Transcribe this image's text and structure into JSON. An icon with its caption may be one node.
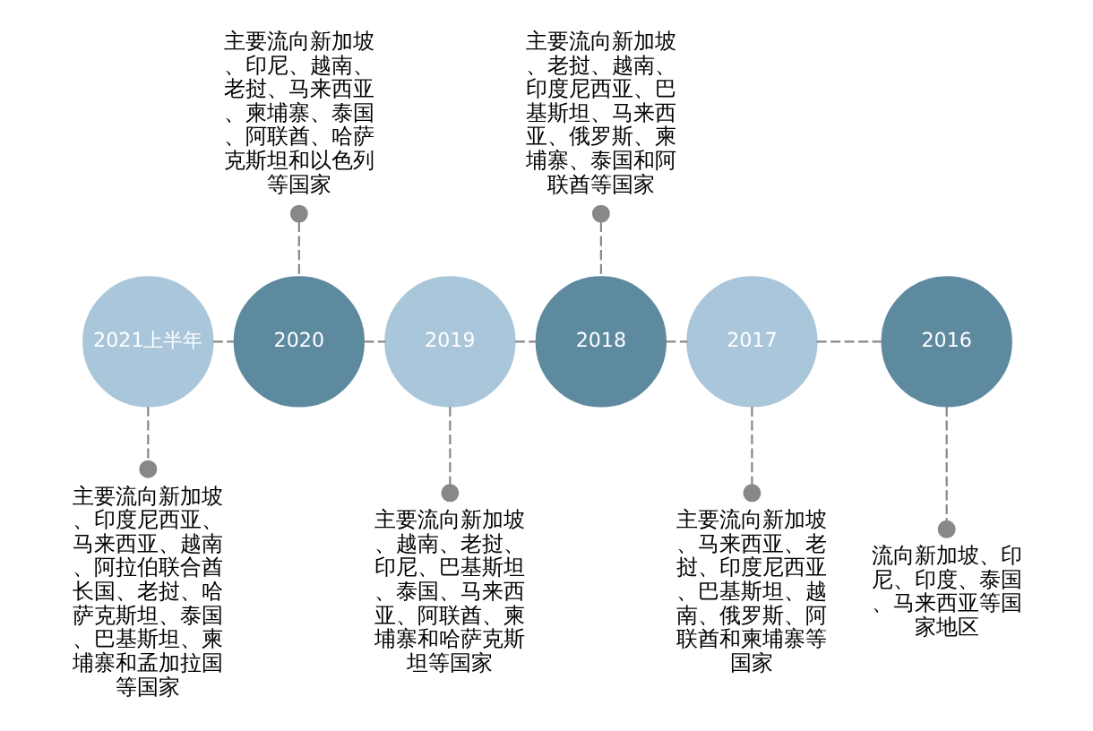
{
  "diagram": {
    "nodes": [
      {
        "text": [
          "2021上半年"
        ]
      },
      {
        "text": [
          "主要流向新加坡、印度尼西亚、马来西亚、越南、阿拉伯联合酋长国、老挝、哈萨克斯坦、泰国、巴基斯坦、柬埔寨和孟加拉国等国家"
        ]
      },
      {
        "text": [
          "2020"
        ]
      },
      {
        "text": [
          "主要流向新加坡、印尼、越南、老挝、马来西亚、柬埔寨、泰国、阿联酋、哈萨克斯坦和以色列等国家"
        ]
      },
      {
        "text": [
          "2019"
        ]
      },
      {
        "text": [
          "主要流向新加坡、越南、老挝、印尼、巴基斯坦、泰国、马来西亚、阿联酋、柬埔寨和哈萨克斯坦等国家"
        ]
      },
      {
        "text": [
          "2018"
        ]
      },
      {
        "text": [
          "主要流向新加坡、老挝、越南、印度尼西亚、巴基斯坦、马来西亚、俄罗斯、柬埔寨、泰国和阿联酋等国家"
        ]
      },
      {
        "text": [
          "2017"
        ]
      },
      {
        "text": [
          "主要流向新加坡、马来西亚、老挝、印度尼西亚、巴基斯坦、越南、俄罗斯、阿联酋和柬埔寨等国家"
        ]
      },
      {
        "text": [
          "2016"
        ]
      },
      {
        "text": [
          "流向新加坡、印尼、印度、泰国、马来西亚等国家地区"
        ]
      }
    ],
    "edges": [
      {
        "from": 0,
        "to": 2,
        "arrow": "none",
        "style": "dashed"
      },
      {
        "from": 2,
        "to": 4,
        "arrow": "none",
        "style": "dashed"
      },
      {
        "from": 4,
        "to": 6,
        "arrow": "none",
        "style": "dashed"
      },
      {
        "from": 6,
        "to": 8,
        "arrow": "none",
        "style": "dashed"
      },
      {
        "from": 8,
        "to": 10,
        "arrow": "none",
        "style": "dashed"
      },
      {
        "from": 0,
        "to": 1,
        "arrow": "other",
        "style": "dashed"
      },
      {
        "from": 2,
        "to": 3,
        "arrow": "other",
        "style": "dashed"
      },
      {
        "from": 4,
        "to": 5,
        "arrow": "other",
        "style": "dashed"
      },
      {
        "from": 6,
        "to": 7,
        "arrow": "other",
        "style": "dashed"
      },
      {
        "from": 8,
        "to": 9,
        "arrow": "other",
        "style": "dashed"
      },
      {
        "from": 10,
        "to": 11,
        "arrow": "other",
        "style": "dashed"
      }
    ]
  }
}
